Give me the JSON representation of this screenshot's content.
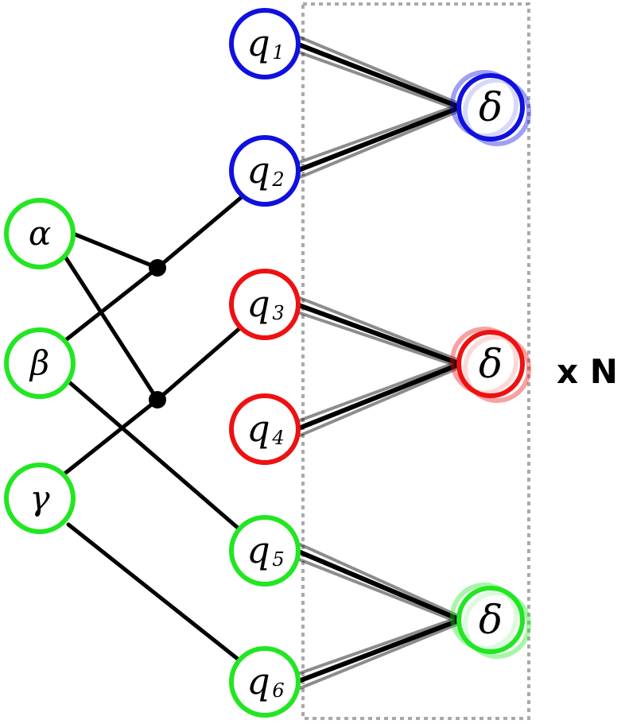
{
  "colors": {
    "green": "#22e622",
    "blue": "#1010e0",
    "red": "#ee1111",
    "edge": "#000000",
    "plate_border": "#a9a9a9"
  },
  "inputs": [
    {
      "symbol": "α"
    },
    {
      "symbol": "β"
    },
    {
      "symbol": "γ"
    }
  ],
  "latent": [
    {
      "symbol": "q",
      "sub": "1",
      "color": "blue"
    },
    {
      "symbol": "q",
      "sub": "2",
      "color": "blue"
    },
    {
      "symbol": "q",
      "sub": "3",
      "color": "red"
    },
    {
      "symbol": "q",
      "sub": "4",
      "color": "red"
    },
    {
      "symbol": "q",
      "sub": "5",
      "color": "green"
    },
    {
      "symbol": "q",
      "sub": "6",
      "color": "green"
    }
  ],
  "outputs": [
    {
      "symbol": "δ",
      "color": "blue"
    },
    {
      "symbol": "δ",
      "color": "red"
    },
    {
      "symbol": "δ",
      "color": "green"
    }
  ],
  "plate": {
    "label": "x N"
  }
}
